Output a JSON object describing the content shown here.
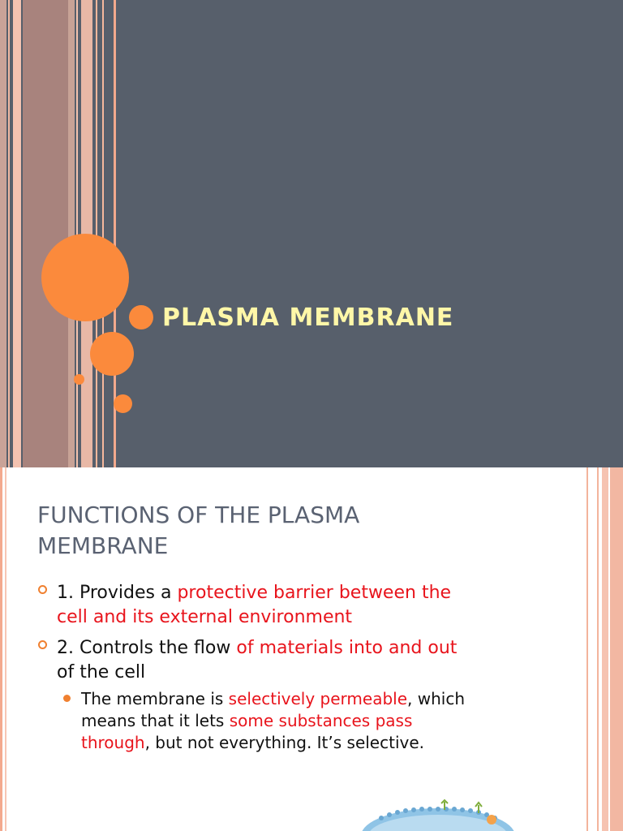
{
  "slide1": {
    "title": "PLASMA MEMBRANE",
    "accent_color": "#fb8a3c",
    "title_color": "#fff7a8",
    "background_color": "#575f6b"
  },
  "slide2": {
    "title_line1": "FUNCTIONS OF THE PLASMA",
    "title_line2": "MEMBRANE",
    "bullet1": {
      "lead": "1. Provides a ",
      "highlight_line1": "protective barrier between the",
      "highlight_line2": "cell and its external environment"
    },
    "bullet2": {
      "lead": "2. Controls the flow ",
      "highlight": "of materials into and out",
      "tail": "of the cell"
    },
    "sub_bullet": {
      "part1": " The membrane is ",
      "highlight1": "selectively permeable",
      "part2": ", which",
      "part3": "means that it lets ",
      "highlight2": "some substances pass",
      "highlight3": "through",
      "part4": ", but not everything. It’s selective."
    },
    "image": "cell-membrane-illustration",
    "highlight_color": "#e8141c"
  }
}
